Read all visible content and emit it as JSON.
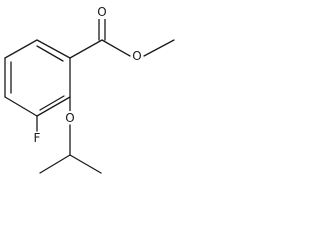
{
  "atoms": {
    "carbonyl_oxygen": "O",
    "ester_oxygen": "O",
    "ether_oxygen": "O",
    "fluorine": "F"
  }
}
